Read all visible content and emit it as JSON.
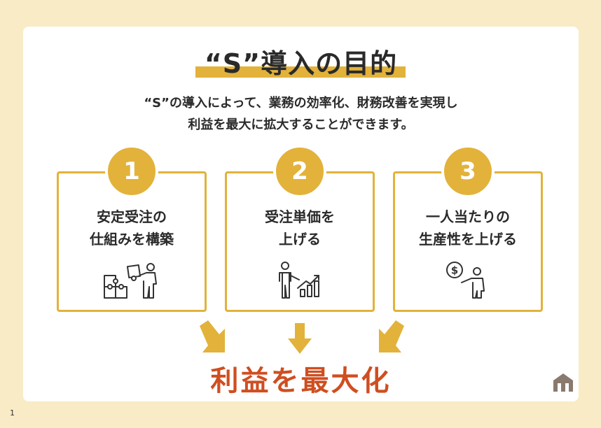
{
  "title": "“S”導入の目的",
  "lead": {
    "line1": "“S”の導入によって、業務の効率化、財務改善を実現し",
    "line2": "利益を最大に拡大することができます。"
  },
  "cards": [
    {
      "number": "1",
      "line1": "安定受注の",
      "line2": "仕組みを構築",
      "icon": "puzzle-person-icon"
    },
    {
      "number": "2",
      "line1": "受注単価を",
      "line2": "上げる",
      "icon": "presenter-growth-chart-icon"
    },
    {
      "number": "3",
      "line1": "一人当たりの",
      "line2": "生産性を上げる",
      "icon": "person-dollar-coin-icon"
    }
  ],
  "result": "利益を最大化",
  "page_number": "1",
  "colors": {
    "background": "#f8ebc6",
    "accent": "#e2b23a",
    "result_text": "#cf4e20",
    "logo": "#8a7a6e"
  }
}
